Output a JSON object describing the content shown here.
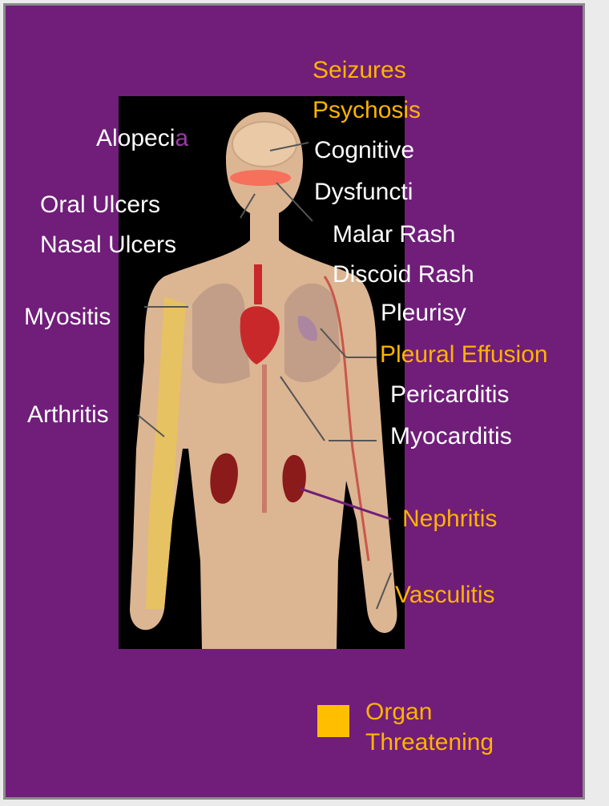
{
  "colors": {
    "background": "#701e7a",
    "normal_text": "#ffffff",
    "organ_threatening": "#ffb300",
    "skin": "#dcb592",
    "kidney": "#8b1a1a"
  },
  "labels": {
    "seizures": "Seizures",
    "psychosis": "Psychosis",
    "cognitive": "Cognitive",
    "dysfunction": "Dysfuncti",
    "alopecia_a": "Alopeci",
    "alopecia_b": "a",
    "oral_ulcers": "Oral Ulcers",
    "nasal_ulcers": "Nasal Ulcers",
    "malar_rash": "Malar Rash",
    "discoid_rash": "Discoid Rash",
    "myositis": "Myositis",
    "pleurisy": "Pleurisy",
    "pleural_effusion": "Pleural Effusion",
    "arthritis": "Arthritis",
    "pericarditis": "Pericarditis",
    "myocarditis": "Myocarditis",
    "nephritis": "Nephritis",
    "vasculitis": "Vasculitis"
  },
  "legend": {
    "label": "Organ Threatening",
    "swatch_color": "#ffbf00"
  }
}
